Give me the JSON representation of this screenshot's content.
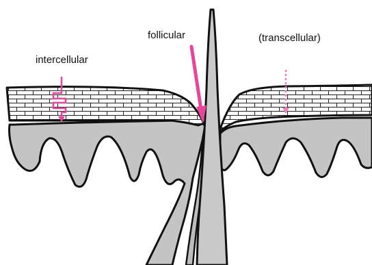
{
  "labels": {
    "intercellular": "intercellular",
    "follicular": "follicular",
    "transcellular": "(transcellular)"
  },
  "colors": {
    "background": "#ffffff",
    "outline": "#111111",
    "dermis": "#c4c4c4",
    "stratum_corneum": "#ffffff",
    "hair_shaft": "#c9c9c9",
    "pathway_arrow": "#e8469b",
    "transcellular_arrow": "#ee82b8"
  },
  "icons": {
    "intercellular_route": "zigzag-arrow-icon",
    "follicular_route": "diagonal-arrow-icon",
    "transcellular_route": "dotted-down-arrow-icon"
  }
}
